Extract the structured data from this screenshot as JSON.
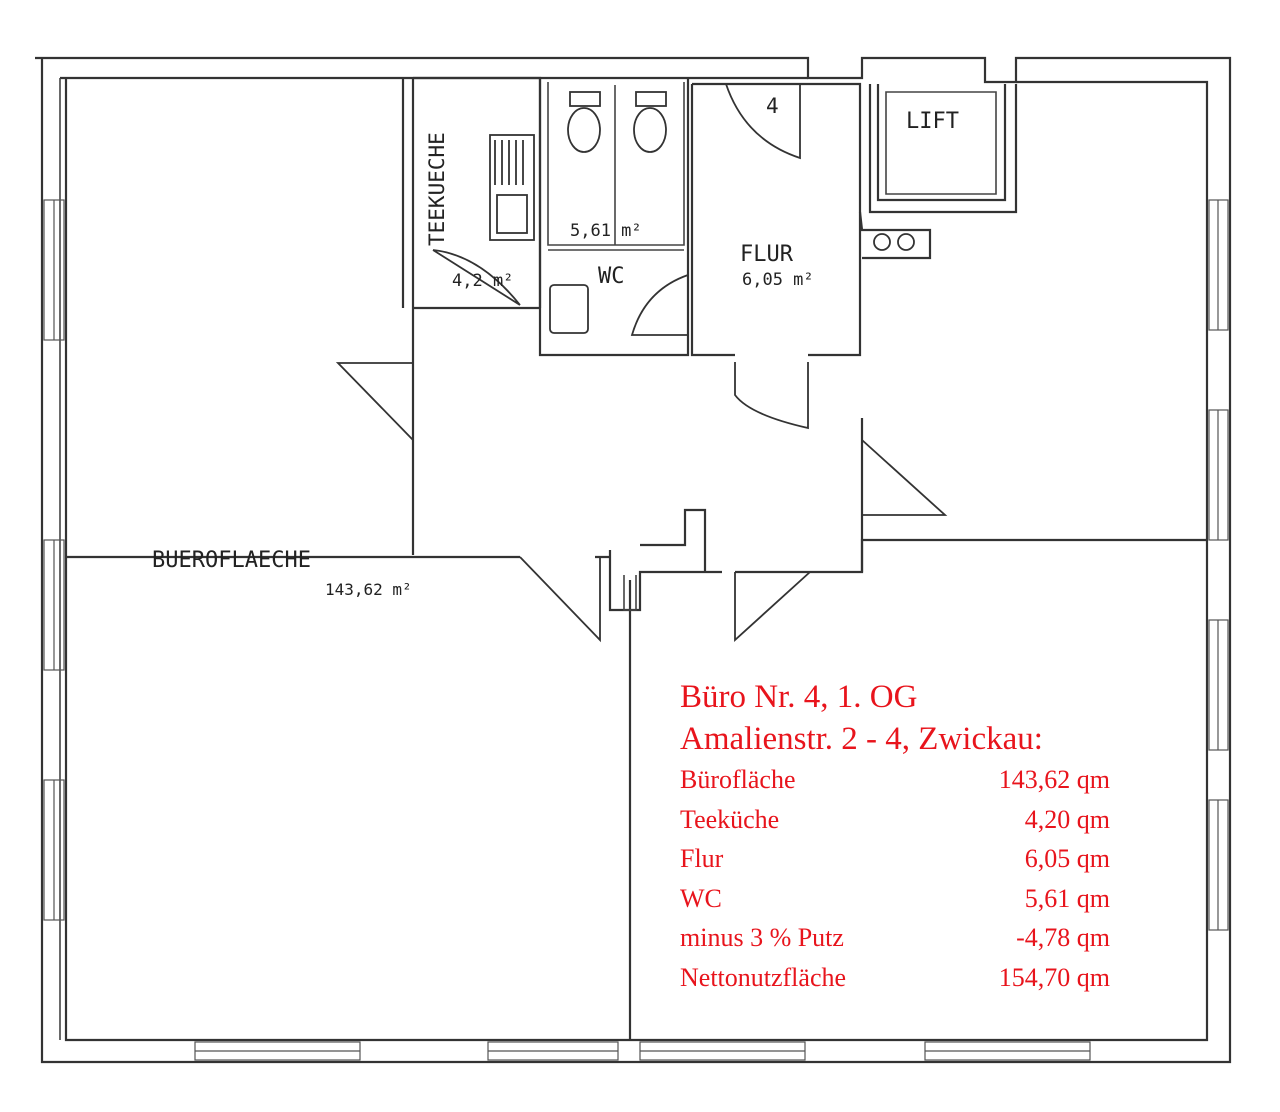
{
  "plan_labels": {
    "teekueche": "TEEKUECHE",
    "teekueche_area": "4,2 m²",
    "wc_area": "5,61 m²",
    "wc": "WC",
    "flur": "FLUR",
    "flur_area": "6,05 m²",
    "lift": "LIFT",
    "room_number": "4",
    "bueroflaeche": "BUEROFLAECHE",
    "bueroflaeche_area": "143,62 m²"
  },
  "legend": {
    "title_line1": "Büro Nr. 4, 1. OG",
    "title_line2": "Amalienstr. 2 - 4, Zwickau:",
    "rows": [
      {
        "label": "Bürofläche",
        "value": "143,62 qm"
      },
      {
        "label": "Teeküche",
        "value": "4,20 qm"
      },
      {
        "label": "Flur",
        "value": "6,05 qm"
      },
      {
        "label": "WC",
        "value": "5,61 qm"
      },
      {
        "label": "minus 3 % Putz",
        "value": "-4,78 qm"
      },
      {
        "label": "Nettonutzfläche",
        "value": "154,70 qm"
      }
    ]
  },
  "colors": {
    "legend_text": "#e8141c",
    "lines": "#333333"
  }
}
